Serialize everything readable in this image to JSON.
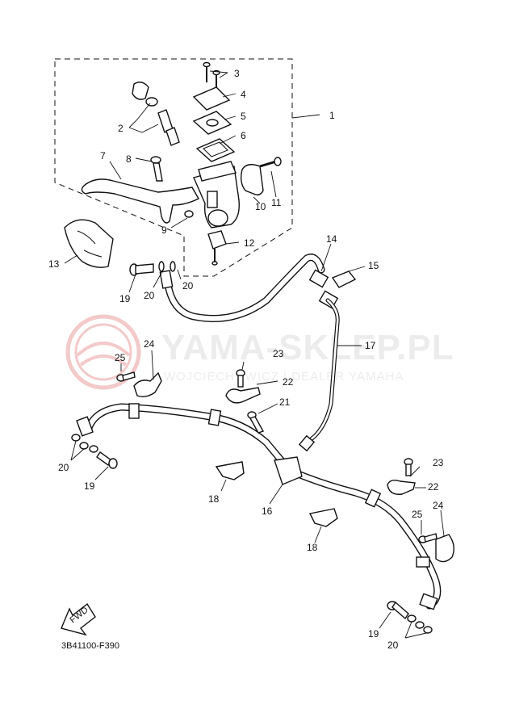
{
  "watermark": {
    "brand": "YAMA-SKLEP.PL",
    "dealer": "WOJCIECHOWICZ | DEALER YAMAHA"
  },
  "fwd_label": "FWD",
  "diagram_code": "3B41100-F390",
  "callouts": {
    "c1": "1",
    "c2": "2",
    "c3": "3",
    "c4": "4",
    "c5": "5",
    "c6": "6",
    "c7": "7",
    "c8": "8",
    "c9": "9",
    "c10": "10",
    "c11": "11",
    "c12": "12",
    "c13": "13",
    "c14": "14",
    "c15": "15",
    "c16": "16",
    "c17": "17",
    "c18a": "18",
    "c18b": "18",
    "c19a": "19",
    "c19b": "19",
    "c19c": "19",
    "c20a": "20",
    "c20b": "20",
    "c20c": "20",
    "c20d": "20",
    "c21": "21",
    "c22a": "22",
    "c22b": "22",
    "c23a": "23",
    "c23b": "23",
    "c24a": "24",
    "c24b": "24",
    "c25a": "25",
    "c25b": "25"
  },
  "colors": {
    "line": "#111111",
    "watermark": "#ececec",
    "watermark_logo": "#f3c9c9"
  }
}
